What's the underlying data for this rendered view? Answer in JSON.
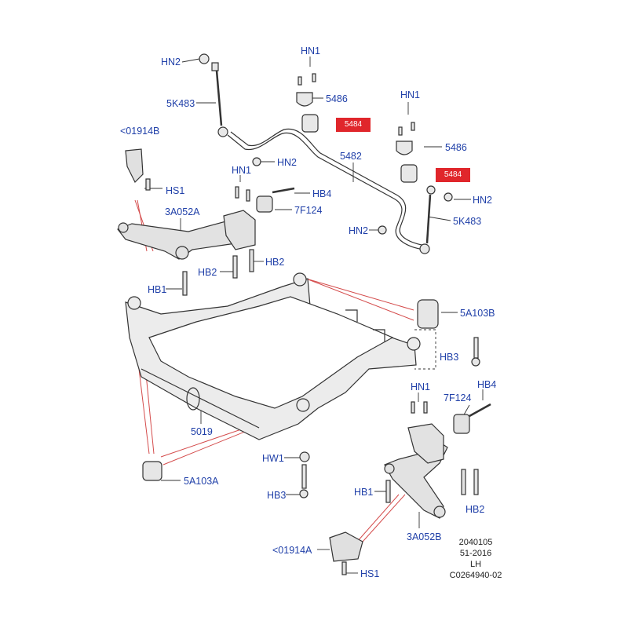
{
  "labels": {
    "hn2_top": "HN2",
    "k483_left": "5K483",
    "bracket_top": "<01914B",
    "hs1_top": "HS1",
    "hn1_mid": "HN1",
    "hb4_left": "HB4",
    "a052a": "3A052A",
    "f124_left": "7F124",
    "hb2_left": "HB2",
    "hb2_mid": "HB2",
    "hb1_left": "HB1",
    "hn1_top": "HN1",
    "p5486_top": "5486",
    "p5484_top": "5484",
    "hn2_mid": "HN2",
    "p5482": "5482",
    "hn1_right": "HN1",
    "p5486_right": "5486",
    "p5484_right": "5484",
    "hn2_right": "HN2",
    "k483_right": "5K483",
    "hn2_low": "HN2",
    "a103b": "5A103B",
    "hb3_right": "HB3",
    "hn1_low": "HN1",
    "f124_right": "7F124",
    "hb4_right": "HB4",
    "p5019": "5019",
    "hw1": "HW1",
    "a103a": "5A103A",
    "hb3_low": "HB3",
    "hb1_low": "HB1",
    "hb2_low": "HB2",
    "a052b": "3A052B",
    "bracket_low": "<01914A",
    "hs1_low": "HS1"
  },
  "meta": {
    "line1": "2040105",
    "line2": "51-2016",
    "line3": "LH",
    "line4": "C0264940-02"
  },
  "colors": {
    "label": "#1f3fa8",
    "highlight": "#e0262b",
    "leader": "#d44b4b",
    "line": "#333333"
  }
}
